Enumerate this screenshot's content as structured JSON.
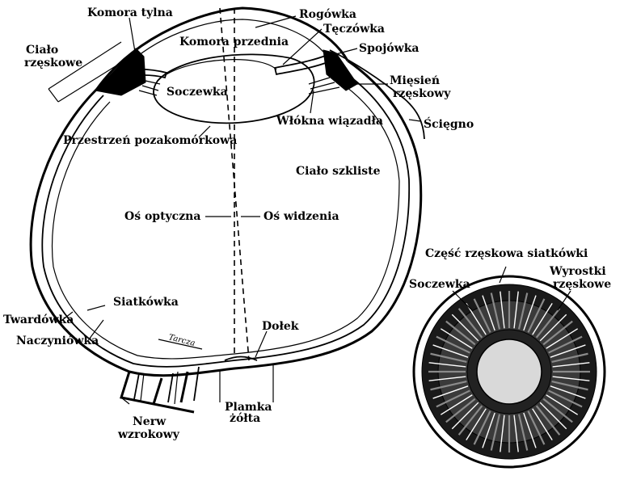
{
  "labels": {
    "komora_tylna": "Komora tylna",
    "rogowka": "Rogówka",
    "teczowka": "Tęczówka",
    "komora_przednia": "Komora przednia",
    "spojowka": "Spojówka",
    "cialo_rzeskowe_1": "Ciało",
    "cialo_rzeskowe_2": "rzęskowe",
    "miesien_rzeskowy_1": "Mięsień",
    "miesien_rzeskowy_2": "rzęskowy",
    "soczewka": "Soczewka",
    "wlokna_wiazadla": "Włókna wiązadła",
    "sciegno": "Ścięgno",
    "przestrzen_pozakomorkowa": "Przestrzeń pozakomórkowa",
    "cialo_szkliste": "Ciało szkliste",
    "os_optyczna": "Oś optyczna",
    "os_widzenia": "Oś widzenia",
    "czesc_rzeskowa_siatkowki": "Część rzęskowa siatkówki",
    "wyrostki_rzeskowe_1": "Wyrostki",
    "wyrostki_rzeskowe_2": "rzęskowe",
    "soczewka_inset": "Soczewka",
    "siatkowka": "Siatkówka",
    "twardowka": "Twardówka",
    "naczyniowka": "Naczyniówka",
    "tarcza": "Tarcza",
    "dolek": "Dołek",
    "nerw_wzrokowy_1": "Nerw",
    "nerw_wzrokowy_2": "wzrokowy",
    "plamka_zolta_1": "Plamka",
    "plamka_zolta_2": "żółta"
  },
  "colors": {
    "ink": "#000000",
    "paper": "#ffffff"
  }
}
